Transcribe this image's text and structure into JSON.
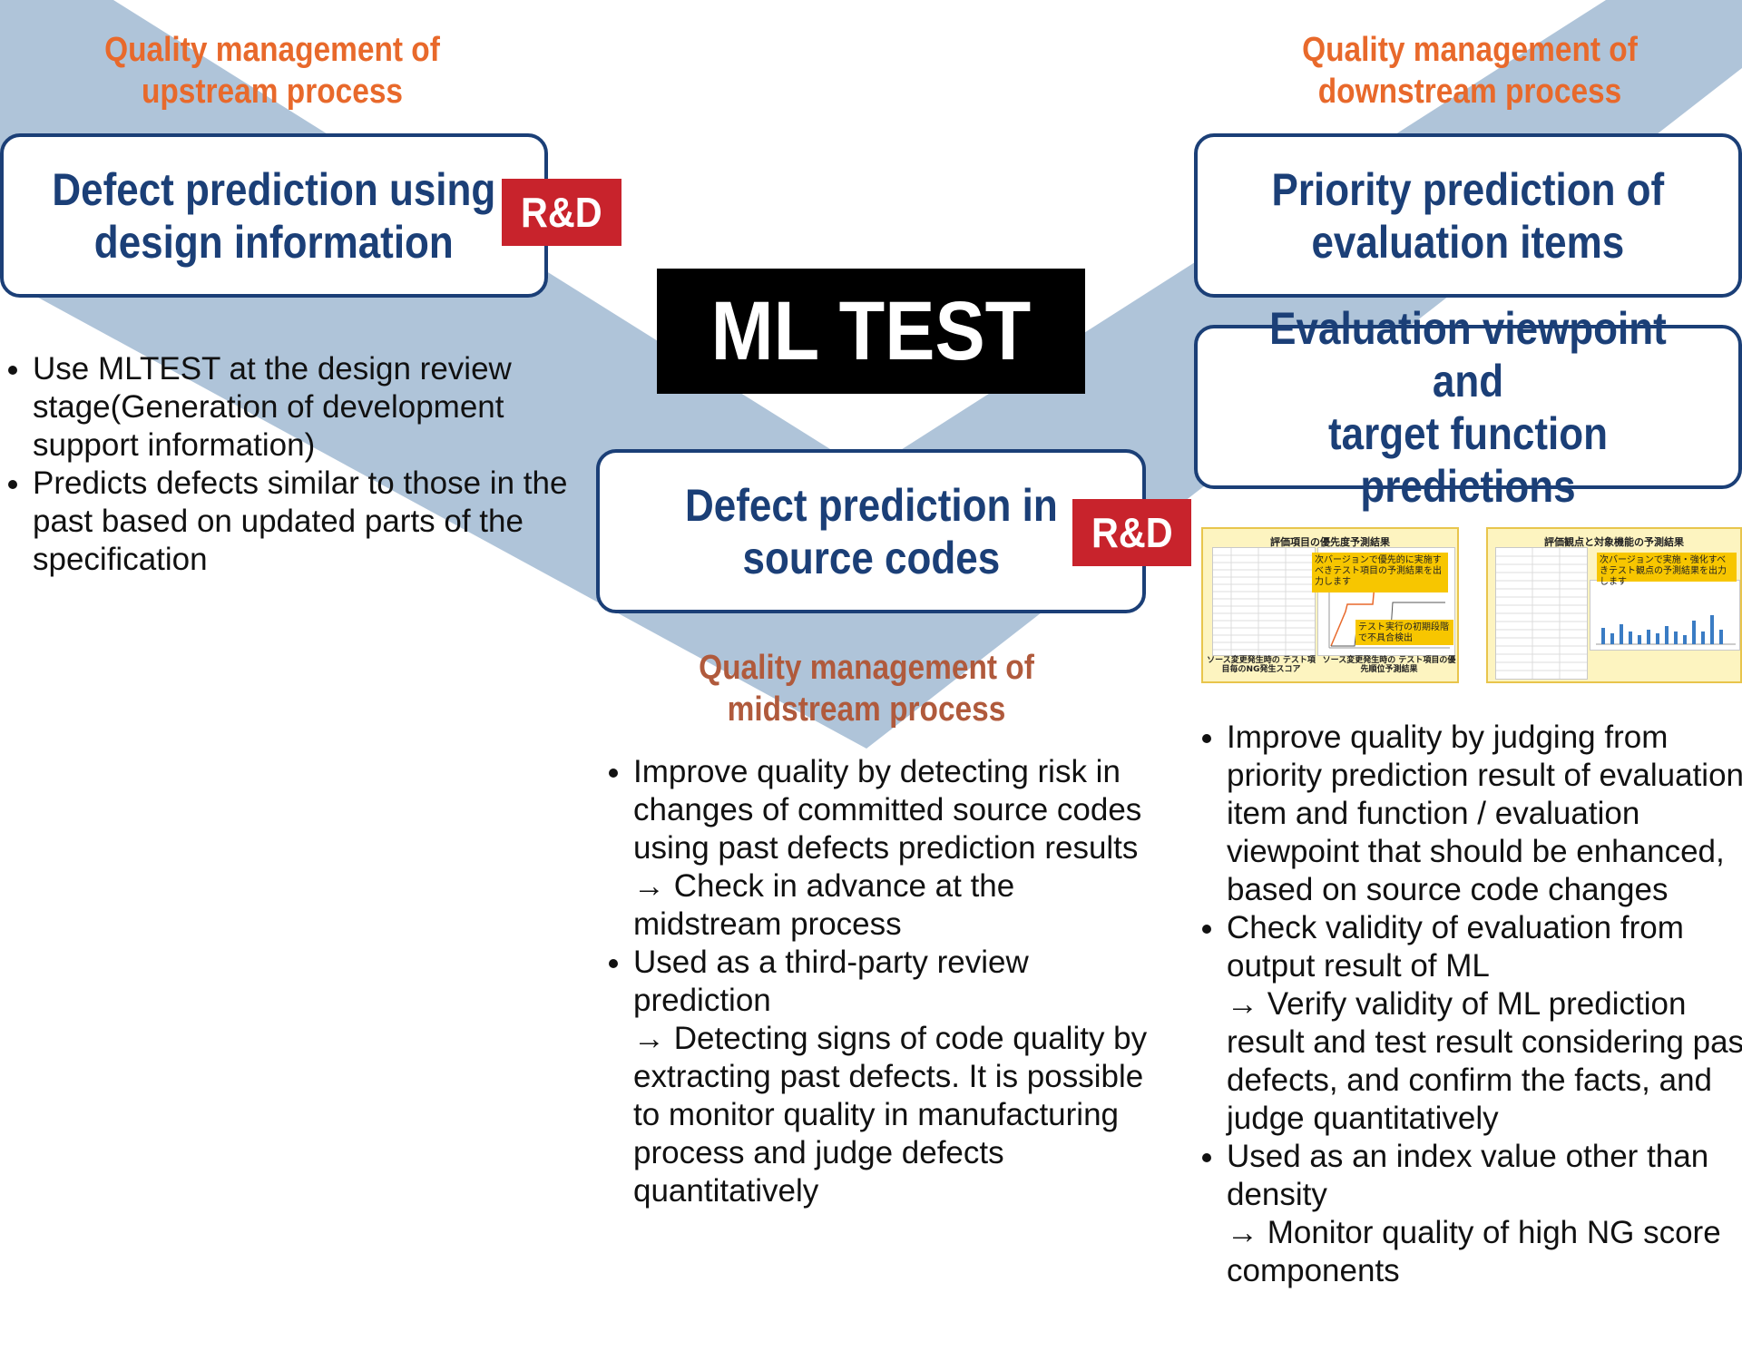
{
  "center_title": "ML TEST",
  "rd_label": "R&D",
  "upstream": {
    "heading_line1": "Quality management of",
    "heading_line2": "upstream process",
    "box_line1": "Defect prediction using",
    "box_line2": "design information",
    "bullets": [
      "Use MLTEST at the design review stage(Generation of development support information)",
      "Predicts defects similar to those in the past based on updated parts of the specification"
    ]
  },
  "midstream": {
    "box_line1": "Defect prediction in",
    "box_line2": "source codes",
    "heading_line1": "Quality management of",
    "heading_line2": "midstream process",
    "bullets": [
      {
        "main": "Improve quality by detecting risk in changes of committed source codes using past defects prediction results",
        "note": "→ Check in advance at the midstream process"
      },
      {
        "main": "Used as a third-party review prediction",
        "note": "→ Detecting signs of code quality by extracting past defects. It is possible to monitor quality in manufacturing process and judge defects quantitatively"
      }
    ]
  },
  "downstream": {
    "heading_line1": "Quality management of",
    "heading_line2": "downstream process",
    "box1_line1": "Priority prediction of",
    "box1_line2": "evaluation items",
    "box2_line1": "Evaluation viewpoint and",
    "box2_line2": "target function predictions",
    "thumb1": {
      "title": "評価項目の優先度予測結果",
      "callout1": "次バージョンで優先的に実施すべきテスト項目の予測結果を出力します",
      "callout2": "テスト実行の初期段階で不具合検出",
      "caption_left": "ソース変更発生時の テスト項目毎のNG発生スコア",
      "caption_right": "ソース変更発生時の テスト項目の優先順位予測結果"
    },
    "thumb2": {
      "title": "評価観点と対象機能の予測結果",
      "callout": "次バージョンで実施・強化すべきテスト観点の予測結果を出力します"
    },
    "bullets": [
      {
        "main": "Improve quality by judging from priority prediction result of evaluation item and function / evaluation viewpoint that should be enhanced, based on source code changes",
        "note": ""
      },
      {
        "main": "Check validity of evaluation from output result of ML",
        "note": "→ Verify validity of ML prediction result and test result considering past defects, and confirm the facts, and judge quantitatively"
      },
      {
        "main": "Used as an index value other than density",
        "note": "→ Monitor quality of high NG score components"
      }
    ]
  },
  "colors": {
    "band": "#afc4d9",
    "navy": "#1b3f77",
    "orange": "#e8692b",
    "brown": "#b05a3c",
    "rd_red": "#c8232c"
  }
}
